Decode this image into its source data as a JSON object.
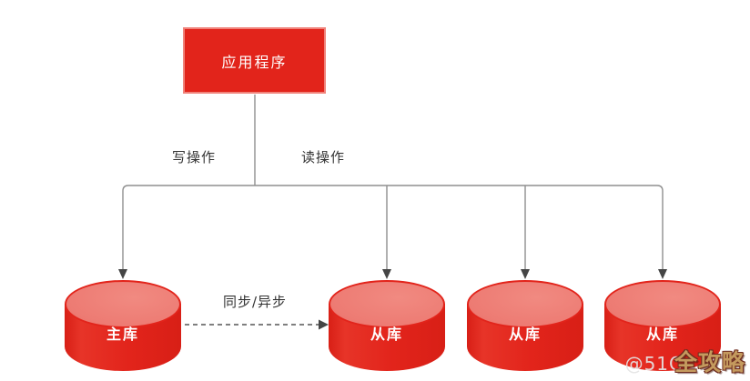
{
  "diagram": {
    "app_box": {
      "label": "应用程序"
    },
    "edge_labels": {
      "write": "写操作",
      "read": "读操作",
      "sync": "同步/异步"
    },
    "databases": [
      {
        "label": "主库",
        "role": "master"
      },
      {
        "label": "从库",
        "role": "replica"
      },
      {
        "label": "从库",
        "role": "replica"
      },
      {
        "label": "从库",
        "role": "replica"
      }
    ],
    "colors": {
      "node_red": "#e2241b",
      "node_border_pink": "#f0837b",
      "cylinder_top_face": "#ed7b73",
      "connector_gray": "#8f8f8f",
      "arrowhead_dark": "#454545",
      "label_text": "#333333"
    }
  },
  "watermark": {
    "prefix": "@51C",
    "brand": "全攻略",
    "gold": "#c49a5e"
  }
}
